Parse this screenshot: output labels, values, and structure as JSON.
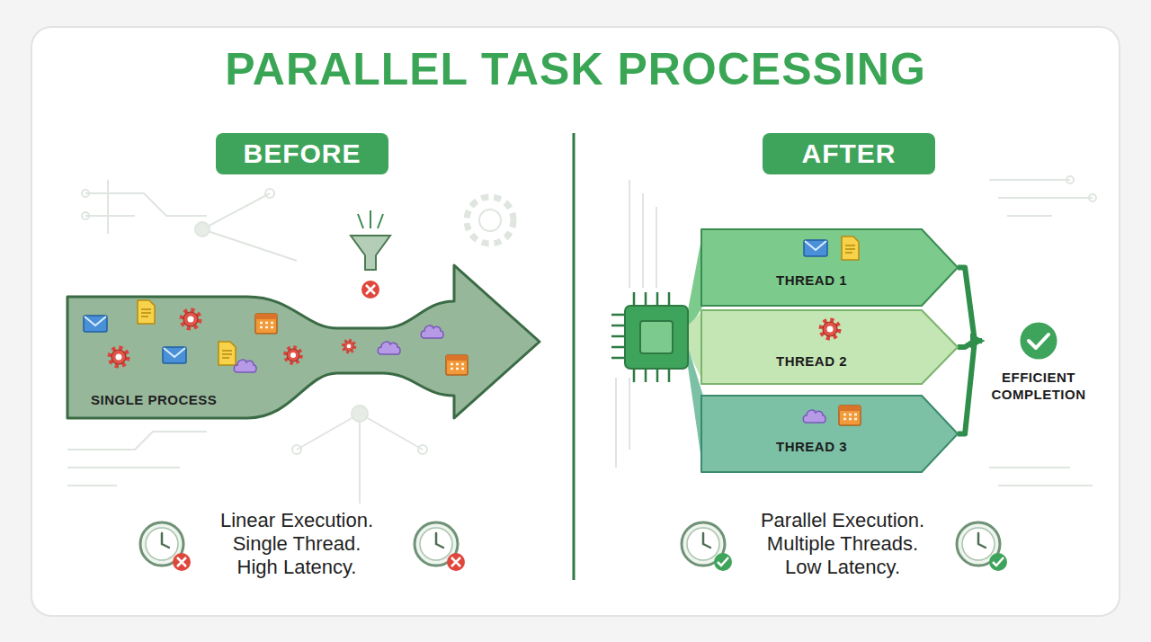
{
  "diagram": {
    "title": "PARALLEL TASK PROCESSING",
    "nodes": [
      {
        "text": [
          "BEFORE"
        ]
      },
      {
        "text": [
          "SINGLE PROCESS"
        ]
      },
      {
        "text": [
          "AFTER"
        ]
      },
      {
        "text": [
          "THREAD 1"
        ]
      },
      {
        "text": [
          "THREAD 2"
        ]
      },
      {
        "text": [
          "THREAD 3"
        ]
      },
      {
        "text": [
          "EFFICIENT COMPLETION"
        ]
      }
    ],
    "edges": [
      {
        "from": 3,
        "to": 6,
        "arrow": "to"
      },
      {
        "from": 4,
        "to": 6,
        "arrow": "to"
      },
      {
        "from": 5,
        "to": 6,
        "arrow": "to"
      }
    ],
    "labels": [
      "Linear Execution. Single Thread. High Latency.",
      "Parallel Execution. Multiple Threads. Low Latency."
    ]
  }
}
